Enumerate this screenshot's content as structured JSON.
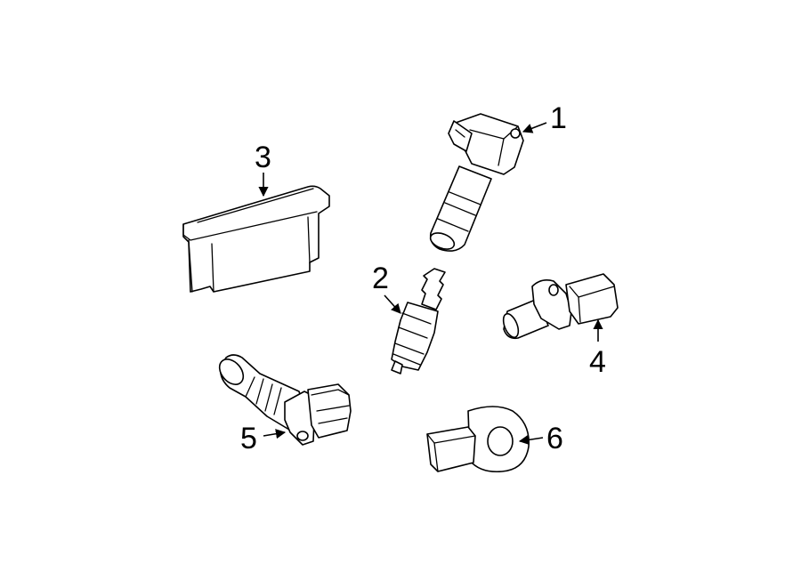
{
  "diagram": {
    "background": "#ffffff",
    "line_color": "#000000",
    "callouts": [
      {
        "id": "1",
        "label": "1",
        "part": "ignition-coil"
      },
      {
        "id": "2",
        "label": "2",
        "part": "spark-plug"
      },
      {
        "id": "3",
        "label": "3",
        "part": "engine-control-module"
      },
      {
        "id": "4",
        "label": "4",
        "part": "crankshaft-position-sensor"
      },
      {
        "id": "5",
        "label": "5",
        "part": "camshaft-position-sensor"
      },
      {
        "id": "6",
        "label": "6",
        "part": "knock-sensor"
      }
    ]
  }
}
